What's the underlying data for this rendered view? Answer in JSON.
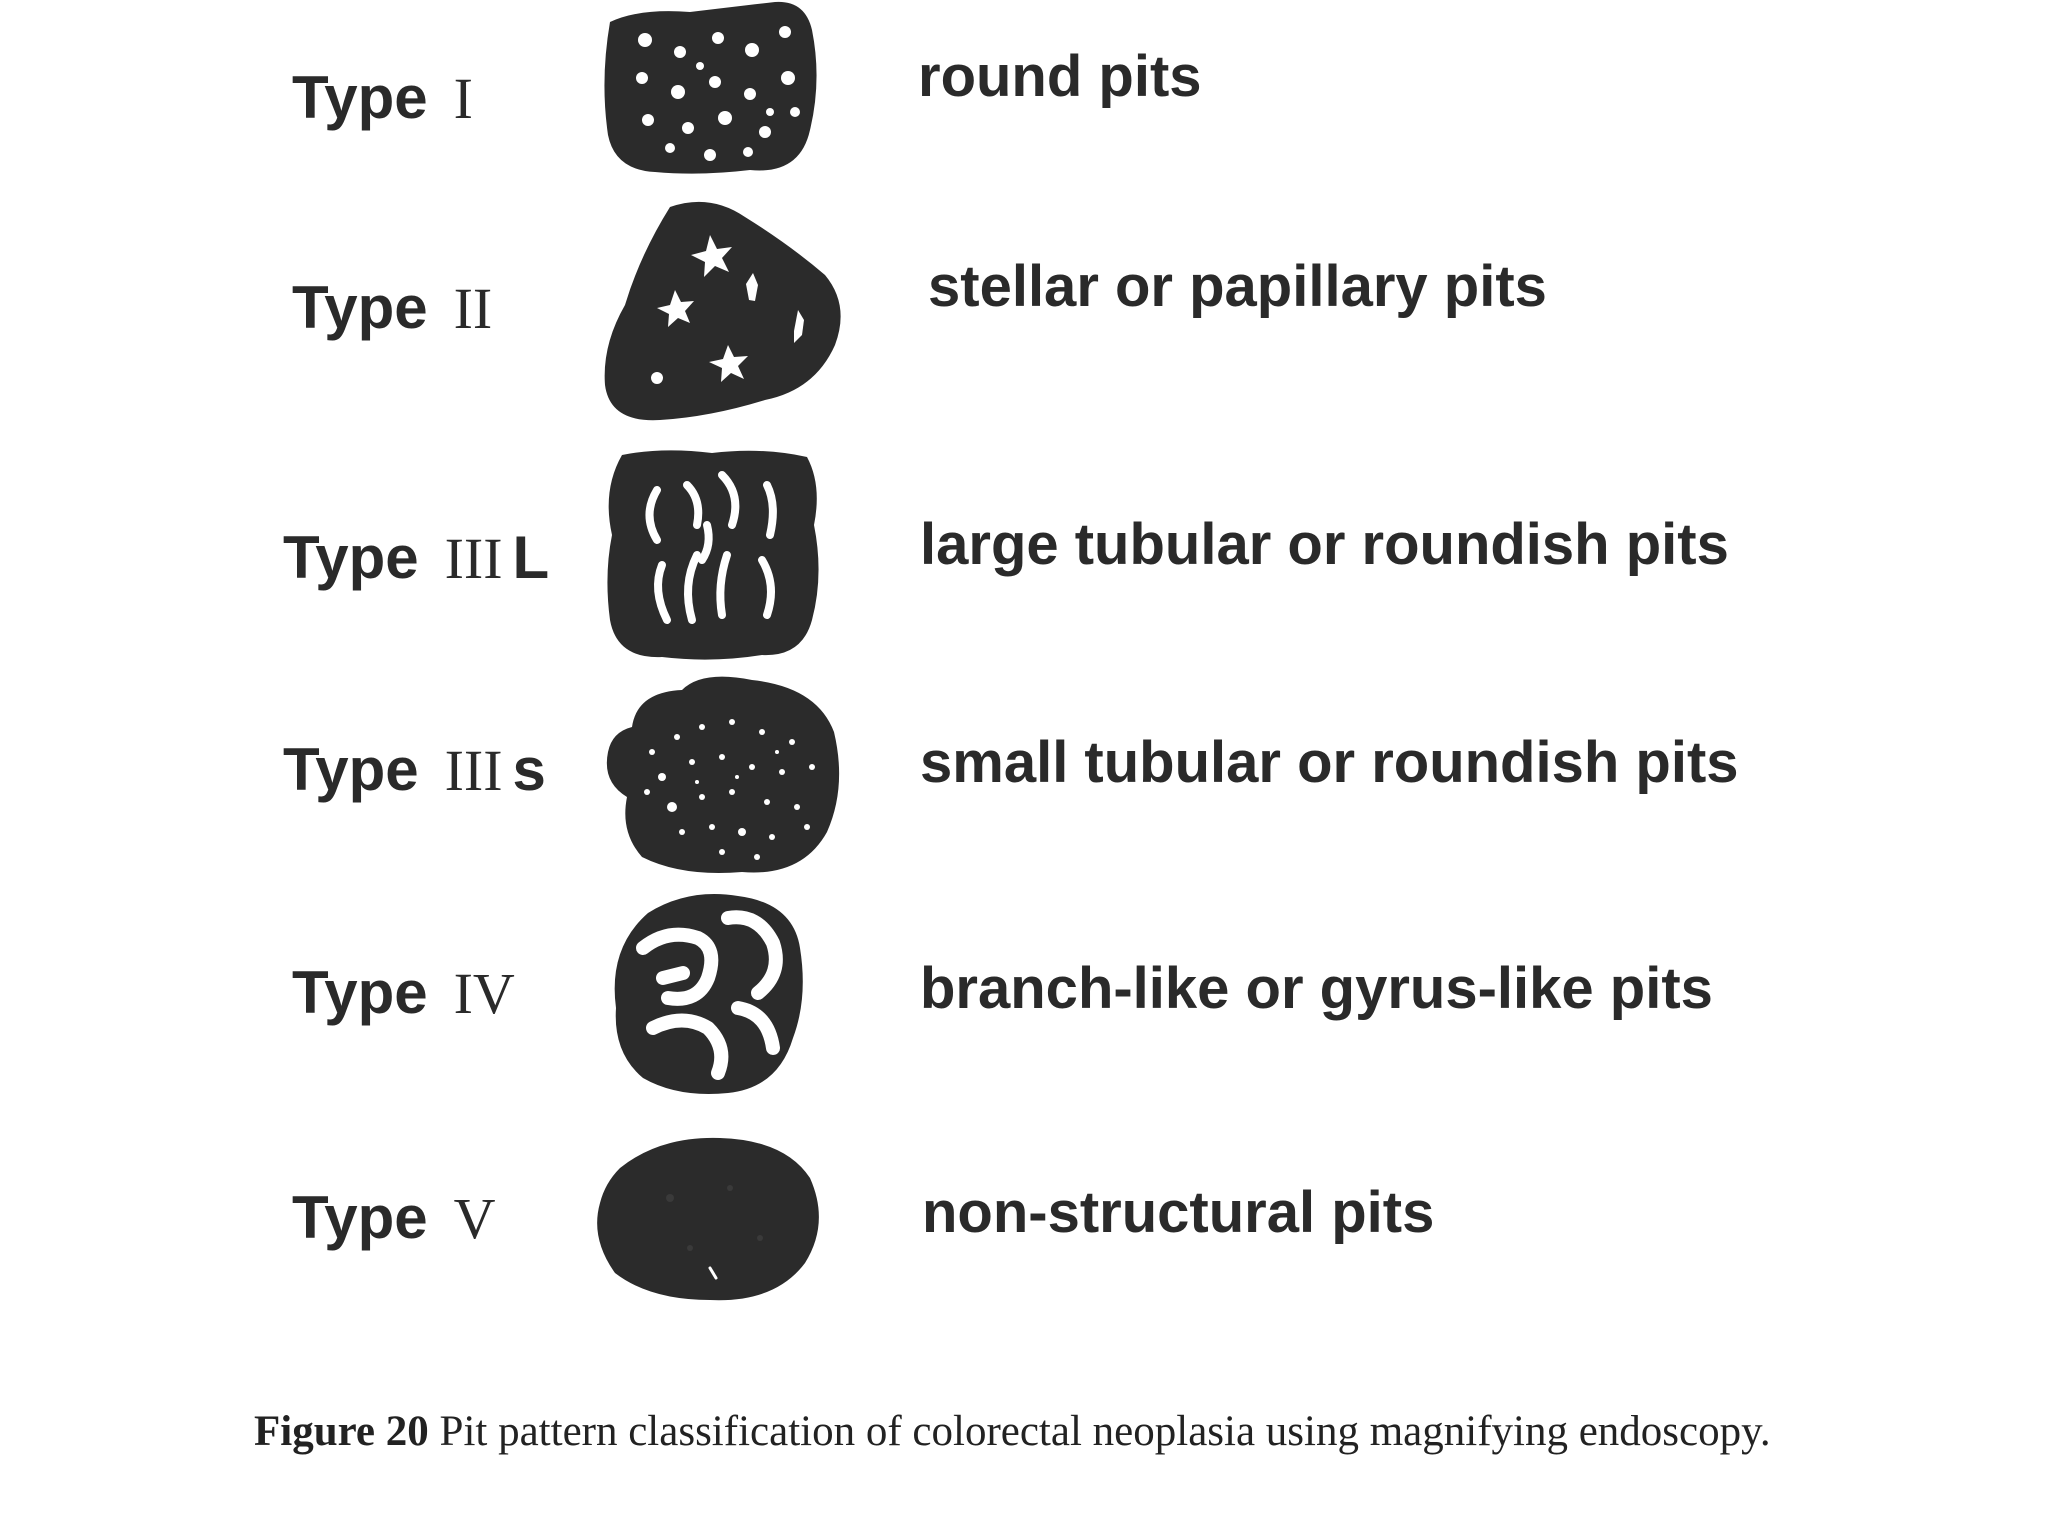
{
  "rows": [
    {
      "type_word": "Type",
      "numeral": "I",
      "suffix": "",
      "description": "round pits"
    },
    {
      "type_word": "Type",
      "numeral": "II",
      "suffix": "",
      "description": "stellar or papillary pits"
    },
    {
      "type_word": "Type",
      "numeral": "III",
      "suffix": "L",
      "description": "large tubular or roundish pits"
    },
    {
      "type_word": "Type",
      "numeral": "III",
      "suffix": "s",
      "description": "small tubular or roundish pits"
    },
    {
      "type_word": "Type",
      "numeral": "IV",
      "suffix": "",
      "description": "branch-like or gyrus-like pits"
    },
    {
      "type_word": "Type",
      "numeral": "V",
      "suffix": "",
      "description": "non-structural pits"
    }
  ],
  "caption": {
    "figure_number": "Figure 20",
    "text": " Pit pattern classification of colorectal neoplasia using magnifying endoscopy."
  },
  "colors": {
    "pit_fill": "#2b2b2b",
    "pit_hole": "#ffffff",
    "text": "#2a2a2a"
  },
  "icons": [
    "type-i-round-pits-icon",
    "type-ii-stellar-pits-icon",
    "type-iiil-large-tubular-pits-icon",
    "type-iiis-small-tubular-pits-icon",
    "type-iv-branch-pits-icon",
    "type-v-non-structural-pits-icon"
  ]
}
